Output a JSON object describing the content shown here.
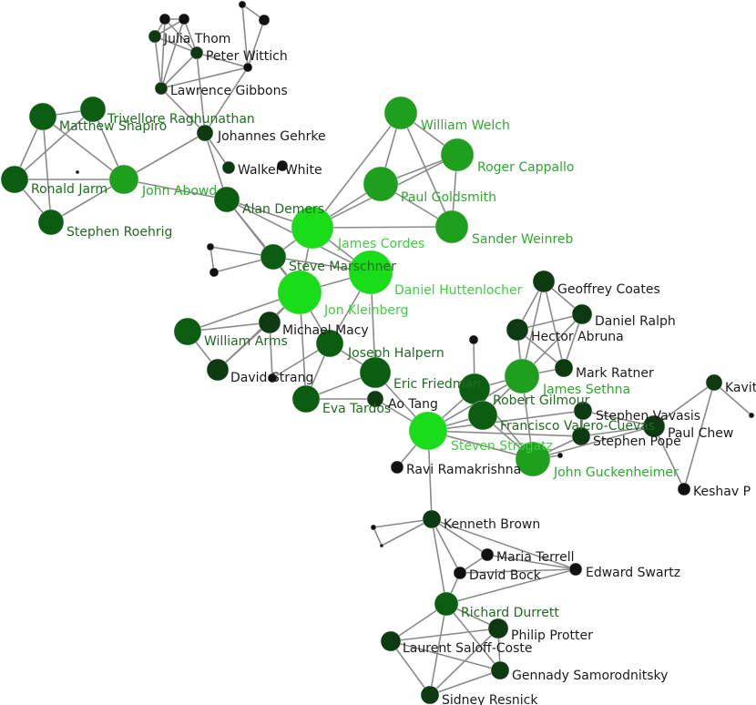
{
  "colors": {
    "background": "#ffffff",
    "edge": "#8a8a8a",
    "node_tiny": "#111111",
    "node_small": "#0e3a12",
    "node_medium": "#0b5e11",
    "node_large": "#1ea01e",
    "node_huge": "#19dd19",
    "label_dark": "#1a1a1a",
    "label_green_dark": "#1f6b1f",
    "label_green": "#2fa82f",
    "label_bright": "#3fcf3f"
  },
  "graph": {
    "nodes": [
      {
        "id": "julia-thom",
        "label": "Julia Thom",
        "tone": "small"
      },
      {
        "id": "peter-wittich",
        "label": "Peter Wittich",
        "tone": "small"
      },
      {
        "id": "lawrence-gibbons",
        "label": "Lawrence Gibbons",
        "tone": "small"
      },
      {
        "id": "johannes-gehrke",
        "label": "Johannes Gehrke",
        "tone": "small"
      },
      {
        "id": "walker-white",
        "label": "Walker White",
        "tone": "small"
      },
      {
        "id": "trivellore-raghunathan",
        "label": "Trivellore Raghunathan",
        "tone": "medium"
      },
      {
        "id": "matthew-shapiro",
        "label": "Matthew Shapiro",
        "tone": "medium"
      },
      {
        "id": "ronald-jarm",
        "label": "Ronald Jarm",
        "tone": "medium"
      },
      {
        "id": "john-abowd",
        "label": "John Abowd",
        "tone": "large"
      },
      {
        "id": "stephen-roehrig",
        "label": "Stephen Roehrig",
        "tone": "medium"
      },
      {
        "id": "alan-demers",
        "label": "Alan Demers",
        "tone": "medium"
      },
      {
        "id": "william-welch",
        "label": "William Welch",
        "tone": "large"
      },
      {
        "id": "roger-cappallo",
        "label": "Roger Cappallo",
        "tone": "large"
      },
      {
        "id": "paul-goldsmith",
        "label": "Paul Goldsmith",
        "tone": "large"
      },
      {
        "id": "sander-weinreb",
        "label": "Sander Weinreb",
        "tone": "large"
      },
      {
        "id": "james-cordes",
        "label": "James Cordes",
        "tone": "huge"
      },
      {
        "id": "steve-marschner",
        "label": "Steve Marschner",
        "tone": "medium"
      },
      {
        "id": "daniel-huttenlocher",
        "label": "Daniel Huttenlocher",
        "tone": "huge"
      },
      {
        "id": "jon-kleinberg",
        "label": "Jon Kleinberg",
        "tone": "huge"
      },
      {
        "id": "michael-macy",
        "label": "Michael Macy",
        "tone": "small"
      },
      {
        "id": "william-arms",
        "label": "William Arms",
        "tone": "medium"
      },
      {
        "id": "joseph-halpern",
        "label": "Joseph Halpern",
        "tone": "medium"
      },
      {
        "id": "david-strang",
        "label": "David Strang",
        "tone": "small"
      },
      {
        "id": "eva-tardos",
        "label": "Eva Tardos",
        "tone": "medium"
      },
      {
        "id": "eric-friedman",
        "label": "Eric Friedman",
        "tone": "medium"
      },
      {
        "id": "ao-tang",
        "label": "Ao Tang",
        "tone": "small"
      },
      {
        "id": "geoffrey-coates",
        "label": "Geoffrey Coates",
        "tone": "small"
      },
      {
        "id": "daniel-ralph",
        "label": "Daniel Ralph",
        "tone": "small"
      },
      {
        "id": "hector-abruna",
        "label": "Hector Abruna",
        "tone": "small"
      },
      {
        "id": "mark-ratner",
        "label": "Mark Ratner",
        "tone": "small"
      },
      {
        "id": "james-sethna",
        "label": "James Sethna",
        "tone": "large"
      },
      {
        "id": "robert-gilmour",
        "label": "Robert Gilmour",
        "tone": "medium"
      },
      {
        "id": "francisco-valero-cuevas",
        "label": "Francisco Valero-Cuevas",
        "tone": "medium"
      },
      {
        "id": "steven-strogatz",
        "label": "Steven Strogatz",
        "tone": "huge"
      },
      {
        "id": "stephen-vavasis",
        "label": "Stephen Vavasis",
        "tone": "small"
      },
      {
        "id": "paul-chew",
        "label": "Paul Chew",
        "tone": "small"
      },
      {
        "id": "stephen-pope",
        "label": "Stephen Pope",
        "tone": "small"
      },
      {
        "id": "john-guckenheimer",
        "label": "John Guckenheimer",
        "tone": "large"
      },
      {
        "id": "kavita",
        "label": "Kavit",
        "tone": "small"
      },
      {
        "id": "keshav-p",
        "label": "Keshav P",
        "tone": "tiny"
      },
      {
        "id": "ravi-ramakrishna",
        "label": "Ravi Ramakrishna",
        "tone": "tiny"
      },
      {
        "id": "kenneth-brown",
        "label": "Kenneth Brown",
        "tone": "small"
      },
      {
        "id": "maria-terrell",
        "label": "Maria Terrell",
        "tone": "tiny"
      },
      {
        "id": "david-bock",
        "label": "David Bock",
        "tone": "tiny"
      },
      {
        "id": "edward-swartz",
        "label": "Edward Swartz",
        "tone": "tiny"
      },
      {
        "id": "richard-durrett",
        "label": "Richard Durrett",
        "tone": "medium"
      },
      {
        "id": "philip-protter",
        "label": "Philip Protter",
        "tone": "small"
      },
      {
        "id": "laurent-saloff-coste",
        "label": "Laurent Saloff-Coste",
        "tone": "small"
      },
      {
        "id": "gennady-samorodnitsky",
        "label": "Gennady Samorodnitsky",
        "tone": "small"
      },
      {
        "id": "sidney-resnick",
        "label": "Sidney Resnick",
        "tone": "small"
      }
    ]
  }
}
